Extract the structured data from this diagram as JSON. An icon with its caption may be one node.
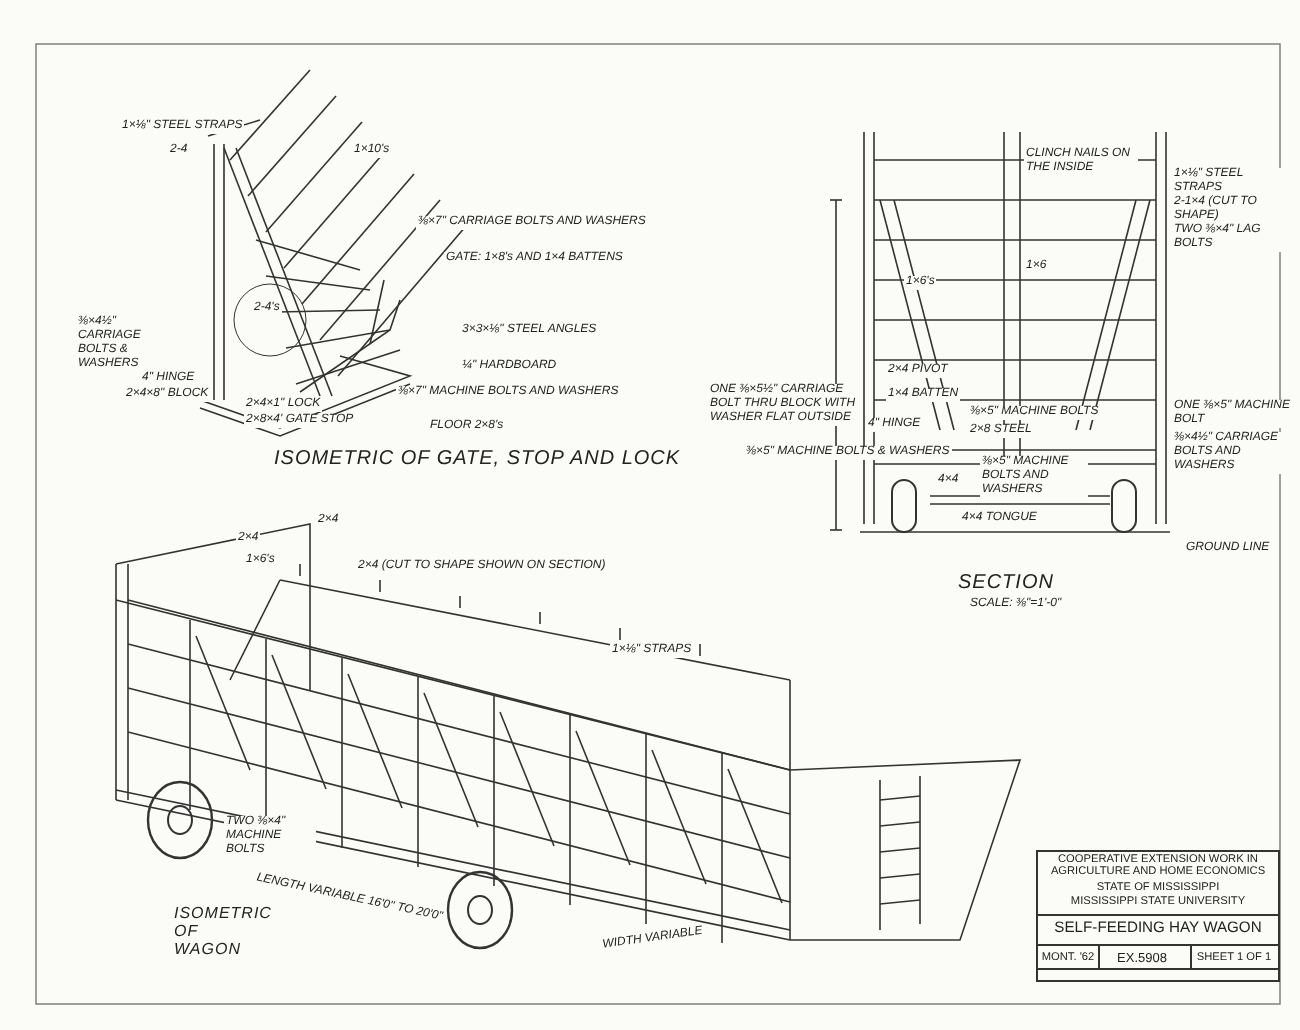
{
  "diagram": {
    "title": "SELF-FEEDING HAY WAGON",
    "nodes": [
      {
        "text": [
          "COOPERATIVE EXTENSION WORK IN AGRICULTURE AND HOME ECONOMICS",
          "STATE OF MISSISSIPPI",
          "MISSISSIPPI STATE UNIVERSITY",
          "MONT. '62",
          "EX.5908",
          "SHEET 1 OF 1"
        ]
      }
    ],
    "edges": [],
    "labels": [
      "1×⅛\" STEEL STRAPS",
      "2-4",
      "1×10's",
      "⅜×7\" CARRIAGE BOLTS AND WASHERS",
      "GATE: 1×8's AND 1×4 BATTENS",
      "2-4's",
      "3×3×⅛\" STEEL ANGLES",
      "⅜×4½\" CARRIAGE BOLTS & WASHERS",
      "¼\" HARDBOARD",
      "4\" HINGE",
      "2×4×8\" BLOCK",
      "2×4×1\" LOCK",
      "⅜×7\" MACHINE BOLTS AND WASHERS",
      "2×8×4' GATE STOP",
      "FLOOR 2×8's",
      "ISOMETRIC OF GATE, STOP AND LOCK",
      "CLINCH NAILS ON THE INSIDE",
      "1×⅛\" STEEL STRAPS",
      "2-1×4 (CUT TO SHAPE)",
      "TWO ⅜×4\" LAG BOLTS",
      "1×6's",
      "1×6",
      "2×4 PIVOT",
      "1×4 BATTEN",
      "ONE ⅜×5½\" CARRIAGE BOLT THRU BLOCK WITH WASHER FLAT OUTSIDE",
      "4\" HINGE",
      "⅜×5\" MACHINE BOLTS",
      "2×8 STEEL",
      "⅜×5\" MACHINE BOLTS & WASHERS",
      "⅜×5\" MACHINE BOLTS AND WASHERS",
      "4×4",
      "ONE ⅜×5\" MACHINE BOLT",
      "⅜×4½\" CARRIAGE BOLTS AND WASHERS",
      "4×4 TONGUE",
      "GROUND LINE",
      "SECTION",
      "SCALE: ⅜\"=1'-0\"",
      "2×4",
      "2×4",
      "1×6's",
      "2×4 (CUT TO SHAPE SHOWN ON SECTION)",
      "1×⅛\" STRAPS",
      "TWO ⅜×4\" MACHINE BOLTS",
      "LENGTH VARIABLE 16'0\" TO 20'0\"",
      "ISOMETRIC OF WAGON",
      "WIDTH VARIABLE"
    ]
  }
}
